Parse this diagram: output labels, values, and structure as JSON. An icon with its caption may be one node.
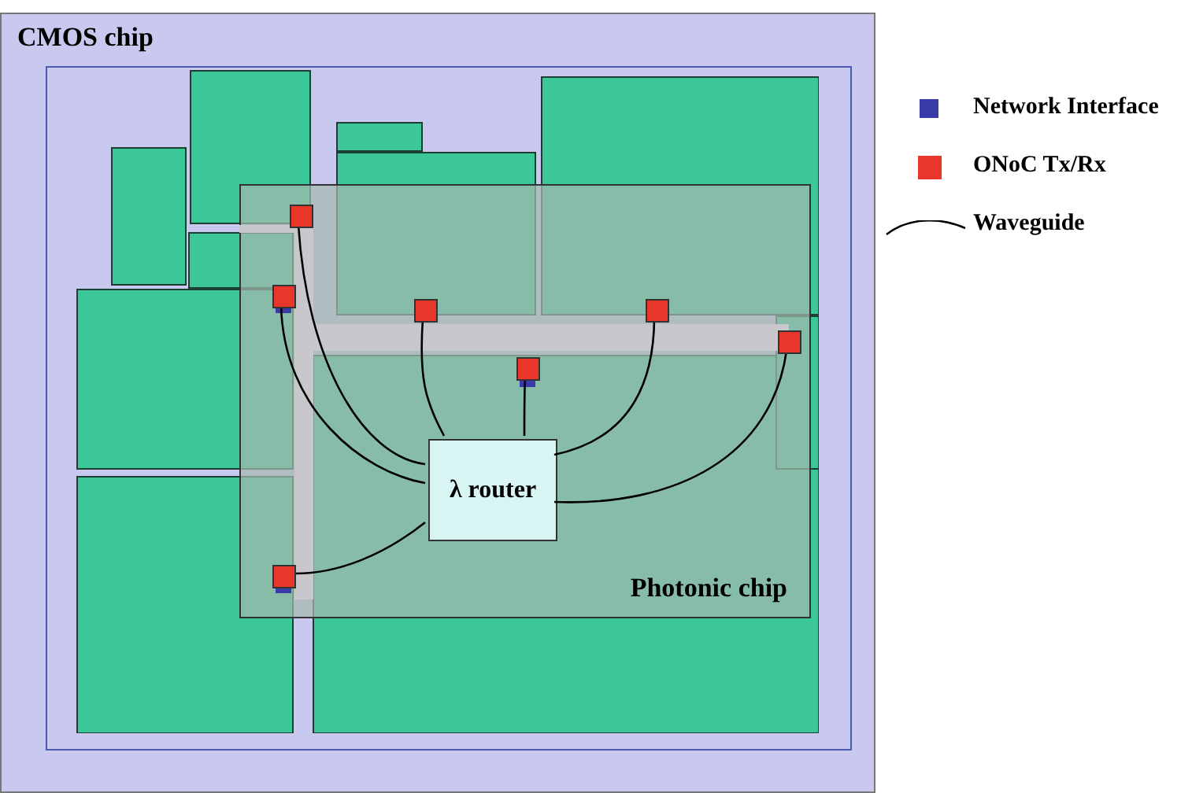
{
  "diagram": {
    "nodes": [
      {
        "text": [
          "CMOS chip"
        ]
      },
      {
        "text": [
          "Photonic chip"
        ],
        "in": 0
      },
      {
        "text": [
          "λ router"
        ],
        "in": 1
      },
      {
        "text": [],
        "shape": "box",
        "in": 1
      },
      {
        "text": [],
        "shape": "box",
        "in": 1
      },
      {
        "text": [],
        "shape": "box",
        "in": 1
      },
      {
        "text": [],
        "shape": "box",
        "in": 1
      },
      {
        "text": [],
        "shape": "box",
        "in": 1
      },
      {
        "text": [],
        "shape": "box",
        "in": 1
      },
      {
        "text": [],
        "shape": "box",
        "in": 1
      }
    ],
    "edges": [
      {
        "from": 2,
        "to": 3,
        "arrow": "none"
      },
      {
        "from": 2,
        "to": 4,
        "arrow": "none"
      },
      {
        "from": 2,
        "to": 5,
        "arrow": "none"
      },
      {
        "from": 2,
        "to": 6,
        "arrow": "none"
      },
      {
        "from": 2,
        "to": 7,
        "arrow": "none"
      },
      {
        "from": 2,
        "to": 8,
        "arrow": "none"
      },
      {
        "from": 2,
        "to": 9,
        "arrow": "none"
      }
    ],
    "legend": [
      {
        "text": "Network Interface",
        "color": "#3a3aa8"
      },
      {
        "text": "ONoC Tx/Rx",
        "color": "#e8372a"
      },
      {
        "text": "Waveguide"
      }
    ]
  }
}
